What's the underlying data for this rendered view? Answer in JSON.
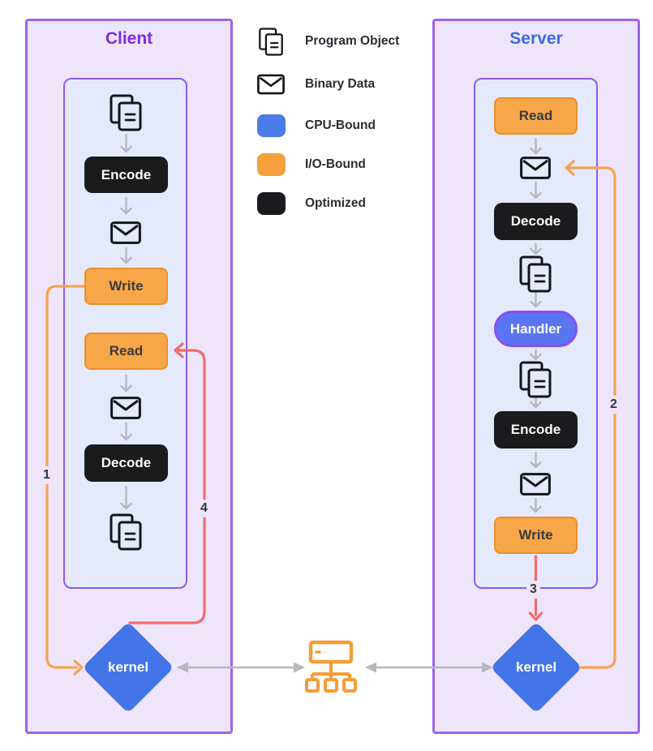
{
  "client": {
    "title": "Client",
    "nodes": {
      "encode": "Encode",
      "write": "Write",
      "read": "Read",
      "decode": "Decode"
    },
    "kernel_label": "kernel"
  },
  "server": {
    "title": "Server",
    "nodes": {
      "read": "Read",
      "decode": "Decode",
      "handler": "Handler",
      "encode": "Encode",
      "write": "Write"
    },
    "kernel_label": "kernel"
  },
  "legend": {
    "items": [
      {
        "icon": "program-object-icon",
        "label": "Program Object"
      },
      {
        "icon": "binary-data-icon",
        "label": "Binary Data"
      },
      {
        "icon": "cpu-bound-swatch",
        "label": "CPU-Bound",
        "color": "#4B7AE9"
      },
      {
        "icon": "io-bound-swatch",
        "label": "I/O-Bound",
        "color": "#F5A03C"
      },
      {
        "icon": "optimized-swatch",
        "label": "Optimized",
        "color": "#1B1B1F"
      }
    ]
  },
  "flow_labels": {
    "step1": "1",
    "step2": "2",
    "step3": "3",
    "step4": "4"
  },
  "colors": {
    "client_title": "#7B2BE8",
    "server_title": "#3B6BE3",
    "outer_fill": "#EFE5FB",
    "outer_border": "#9C63EE",
    "inner_fill": "#E4EAFC",
    "inner_border": "#8B5CF6",
    "io_bound_fill": "#F7A648",
    "cpu_bound_fill": "#4375E8",
    "optimized_fill": "#1B1B1E",
    "handler_border": "#8A4FF2",
    "line_orange": "#F5A353",
    "line_red": "#F26B6B",
    "connector_gray": "#B7B7BD",
    "network_icon_orange": "#F59C38"
  }
}
